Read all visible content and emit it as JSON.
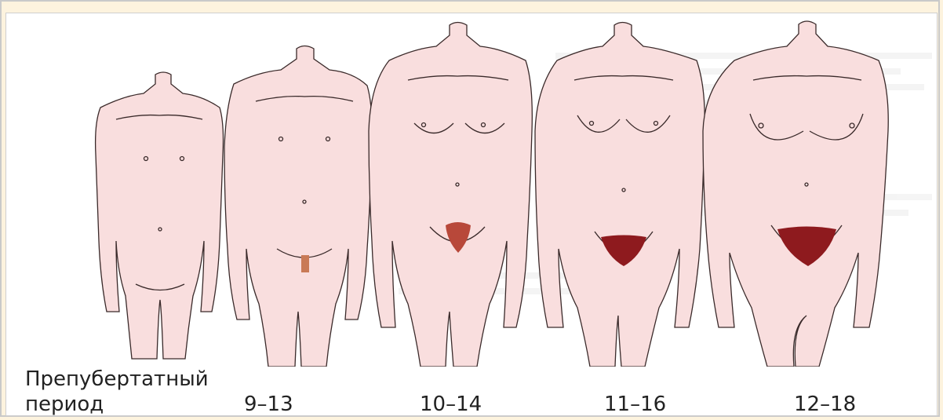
{
  "heading_fragment": "",
  "colors": {
    "background": "#fdf3de",
    "skin": "#f9dede",
    "skin_outline": "#3a2a2a",
    "hair_light": "#c97a56",
    "hair_dark": "#8e1a1e"
  },
  "stages": [
    {
      "label_line1": "Препубертатный",
      "label_line2": "период"
    },
    {
      "label": "9–13"
    },
    {
      "label": "10–14"
    },
    {
      "label": "11–16"
    },
    {
      "label": "12–18"
    }
  ]
}
